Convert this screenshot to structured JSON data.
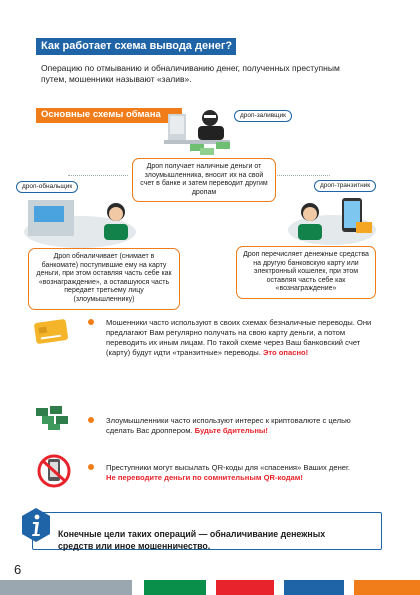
{
  "title": "Как работает схема вывода денег?",
  "intro": "Операцию по отмыванию и обналичиванию денег, полученных преступным путем, мошенники называют «залив».",
  "schemes_header": "Основные схемы обмана",
  "roles": {
    "zalivshchik": "дроп-заливщик",
    "obnalshchik": "дроп-обнальщик",
    "tranzitnik": "дроп-транзитник"
  },
  "boxes": {
    "top": "Дроп получает наличные деньги от злоумышленника, вносит их на свой счет в банке и затем переводит другим дропам",
    "left": "Дроп обналичивает (снимает в банкомате) поступившие ему на карту деньги, при этом оставляя часть себе как «вознаграждение», а оставшуюся часть передает третьему лицу (злоумышленнику)",
    "right": "Дроп перечисляет денежные средства на другую банковскую карту или электронный кошелек, при этом оставляя часть себе как «вознаграждение»"
  },
  "items": [
    {
      "text": "Мошенники часто используют в своих схемах безналичные переводы. Они предлагают Вам регулярно получать на свою карту деньги, а потом переводить их иным лицам. По такой схеме через Ваш банковский счет (карту) будут идти «транзитные» переводы.",
      "warning": "Это опасно!"
    },
    {
      "text": "Злоумышленники часто используют интерес к криптовалюте с целью сделать Вас дроппером.",
      "warning": "Будьте бдительны!"
    },
    {
      "text": "Преступники могут высылать QR-коды для «спасения» Ваших денег.",
      "warning": "Не переводите деньги по сомнительным QR-кодам!"
    }
  ],
  "final_note": "Конечные цели таких операций — обналичивание денежных средств или иное мошенничество.",
  "page_number": "6",
  "colors": {
    "brand_blue": "#1f64a6",
    "accent_orange": "#f07d1a",
    "warning_red": "#e8232b",
    "footer": [
      "#9aa7b0",
      "#0a8f4a",
      "#e8232b",
      "#1f64a6",
      "#f07d1a"
    ]
  }
}
